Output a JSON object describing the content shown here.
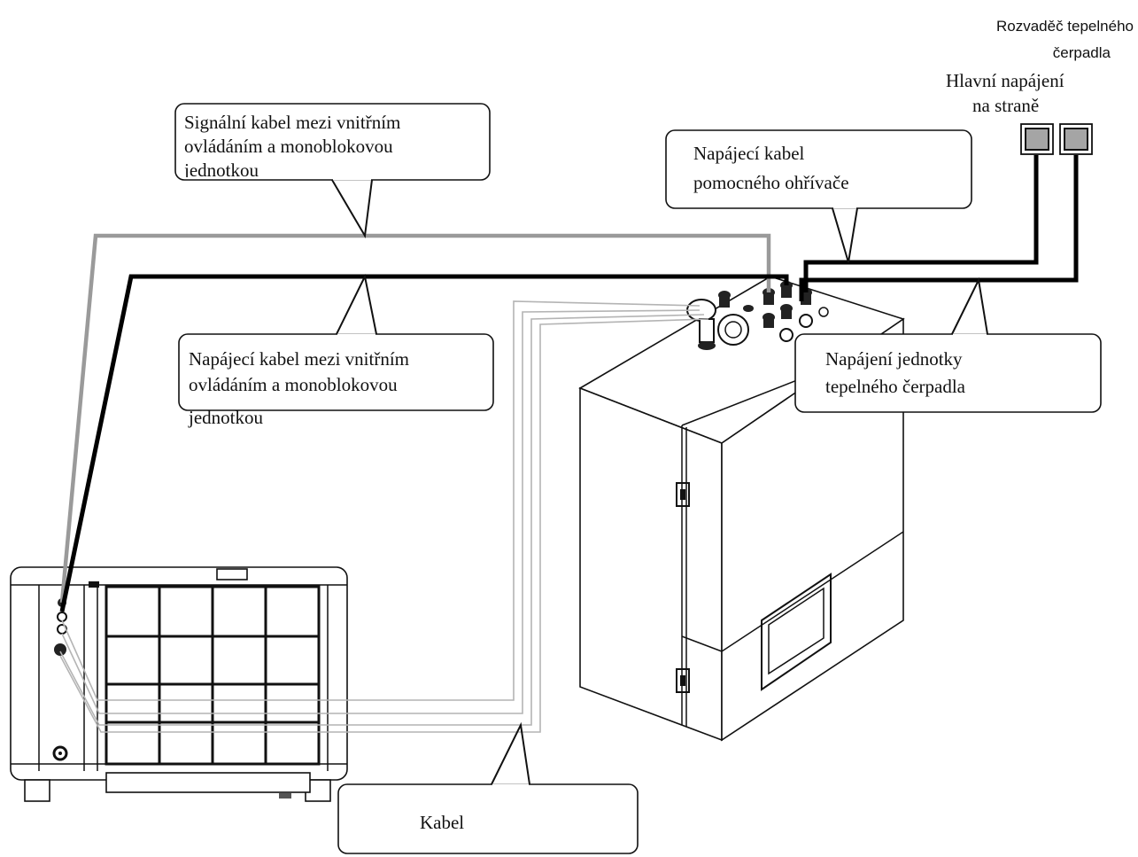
{
  "labels": {
    "signal_cable": {
      "line1": "Signální kabel mezi vnitřním",
      "line2": "ovládáním a monoblokovou",
      "line3": "jednotkou"
    },
    "heater_power": {
      "line1": "Napájecí kabel",
      "line2": "pomocného ohřívače"
    },
    "power_cable": {
      "line1": "Napájecí kabel mezi vnitřním",
      "line2": "ovládáním a monoblokovou",
      "line3": "jednotkou"
    },
    "heatpump_power": {
      "line1": "Napájení jednotky",
      "line2": "tepelného čerpadla"
    },
    "cable": "Kabel",
    "distribution_board": {
      "line1": "Rozvaděč tepelného",
      "line2": "čerpadla"
    },
    "main_supply": {
      "line1": "Hlavní napájení",
      "line2": "na straně"
    }
  }
}
